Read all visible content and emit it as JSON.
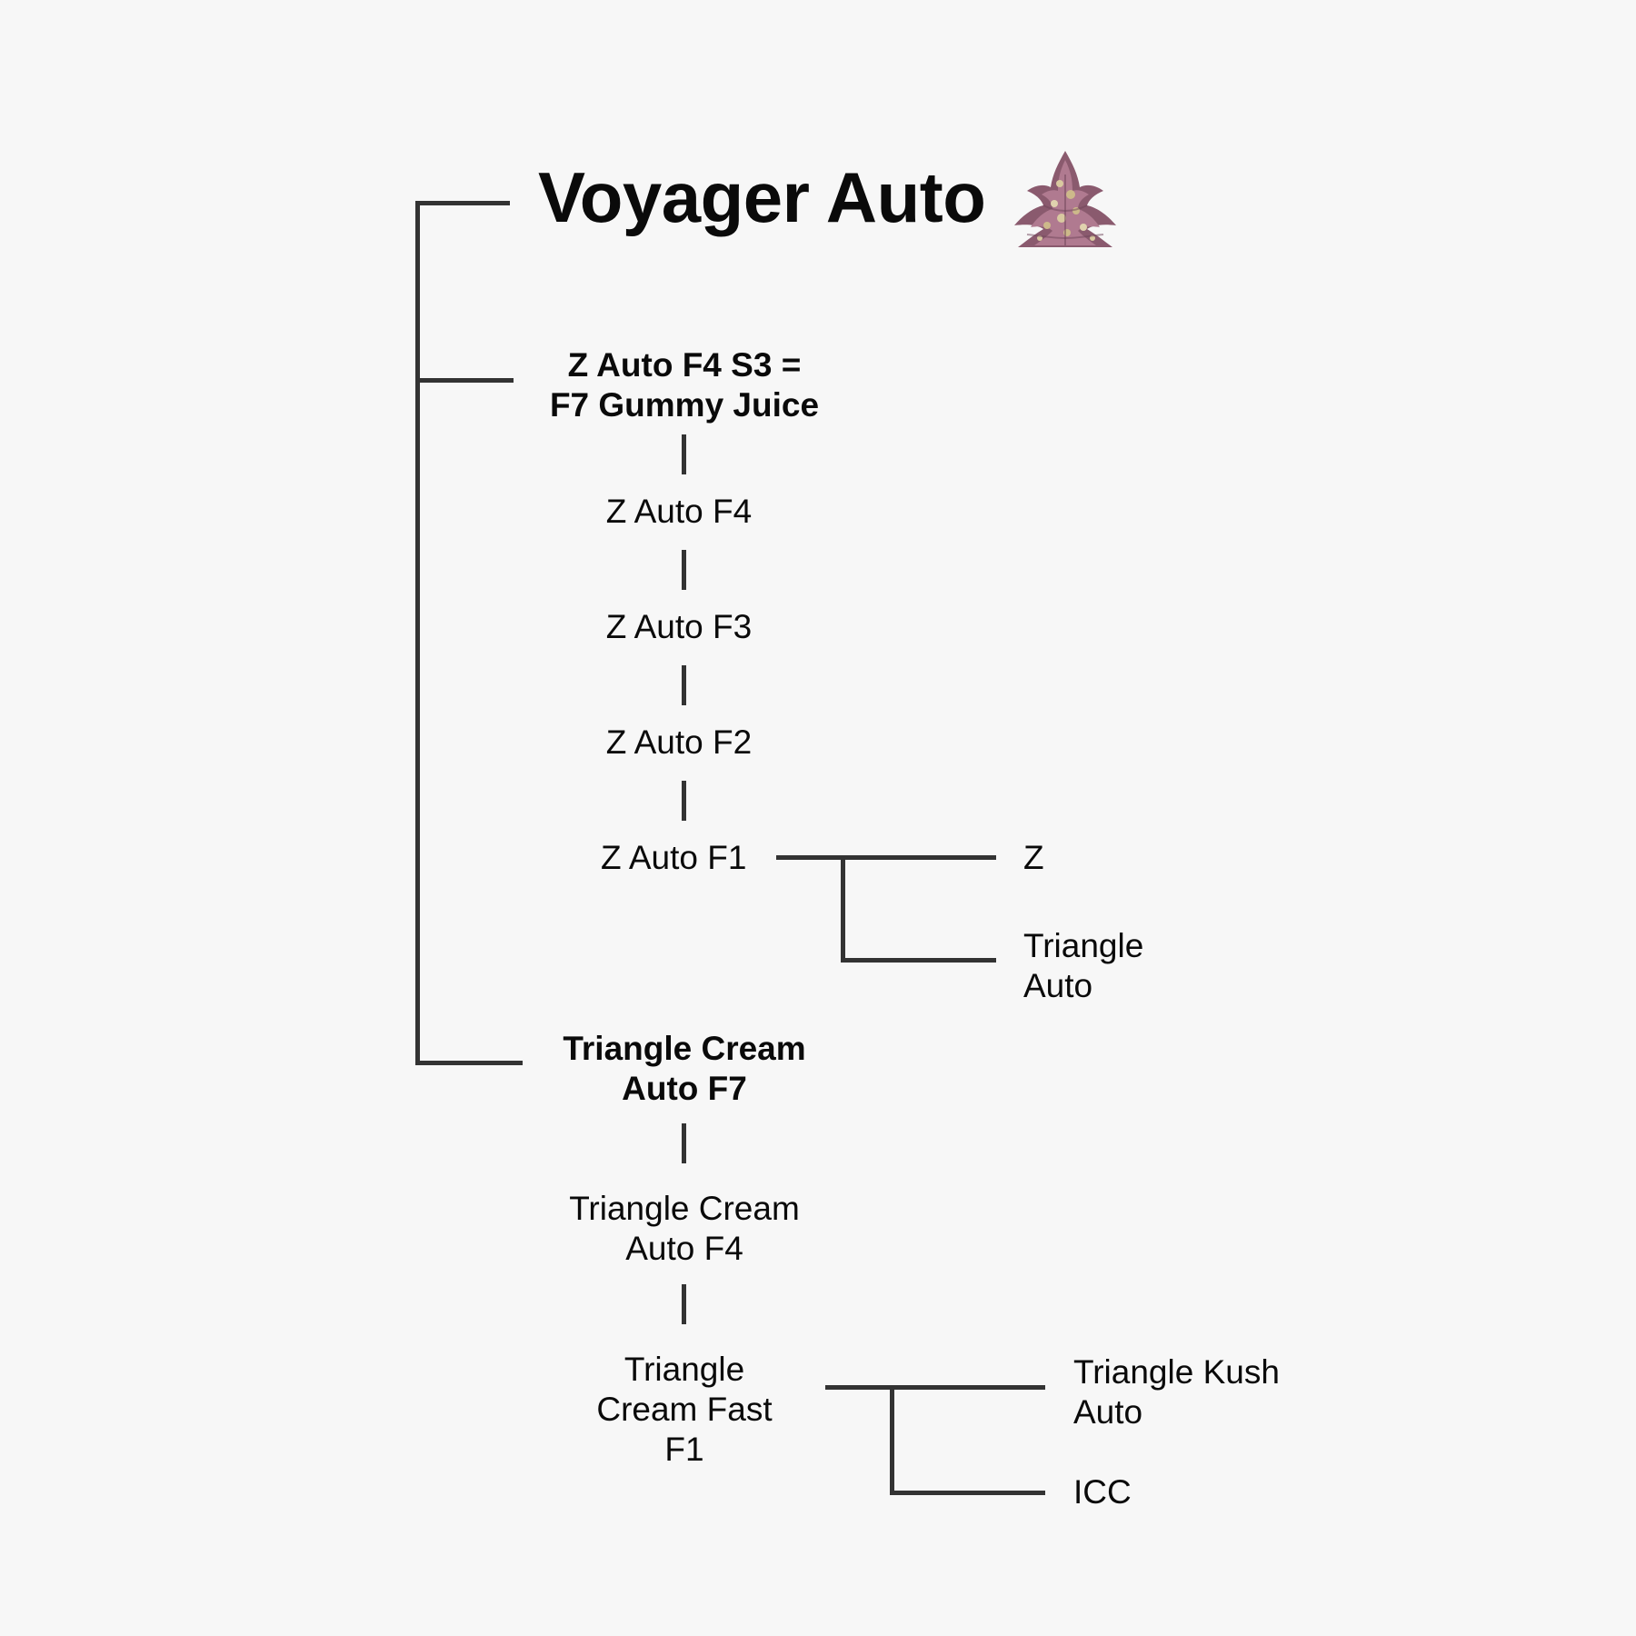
{
  "title": "Voyager Auto",
  "icon": "cannabis-bud-icon",
  "nodes": {
    "z_auto_f4_s3": [
      "Z Auto F4 S3 =",
      "F7 Gummy Juice"
    ],
    "z_auto_f4": "Z Auto F4",
    "z_auto_f3": "Z Auto F3",
    "z_auto_f2": "Z Auto F2",
    "z_auto_f1": "Z Auto F1",
    "z": "Z",
    "triangle_auto": [
      "Triangle",
      "Auto"
    ],
    "triangle_cream_auto_f7": [
      "Triangle Cream",
      "Auto F7"
    ],
    "triangle_cream_auto_f4": [
      "Triangle Cream",
      "Auto F4"
    ],
    "triangle_cream_fast_f1": [
      "Triangle",
      "Cream Fast",
      "F1"
    ],
    "triangle_kush_auto": [
      "Triangle Kush",
      "Auto"
    ],
    "icc": "ICC"
  },
  "colors": {
    "background": "#f7f7f7",
    "line": "#333333",
    "text": "#0a0a0a"
  }
}
